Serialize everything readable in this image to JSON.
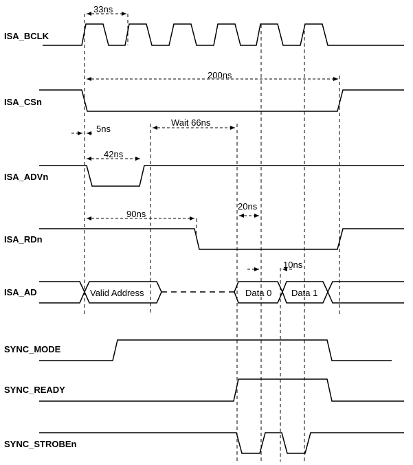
{
  "signals": {
    "isa_bclk": "ISA_BCLK",
    "isa_csn": "ISA_CSn",
    "isa_advn": "ISA_ADVn",
    "isa_rdn": "ISA_RDn",
    "isa_ad": "ISA_AD",
    "sync_mode": "SYNC_MODE",
    "sync_ready": "SYNC_READY",
    "sync_strobeb": "SYNC_STROBEn"
  },
  "bus_values": {
    "valid_address": "Valid Address",
    "data0": "Data 0",
    "data1": "Data 1"
  },
  "timings": {
    "clk_period": "33ns",
    "cs_width": "200ns",
    "adv_setup": "5ns",
    "adv_width": "42ns",
    "wait": "Wait 66ns",
    "rd_delay": "90ns",
    "data_valid": "20ns",
    "data_step": "10ns"
  }
}
